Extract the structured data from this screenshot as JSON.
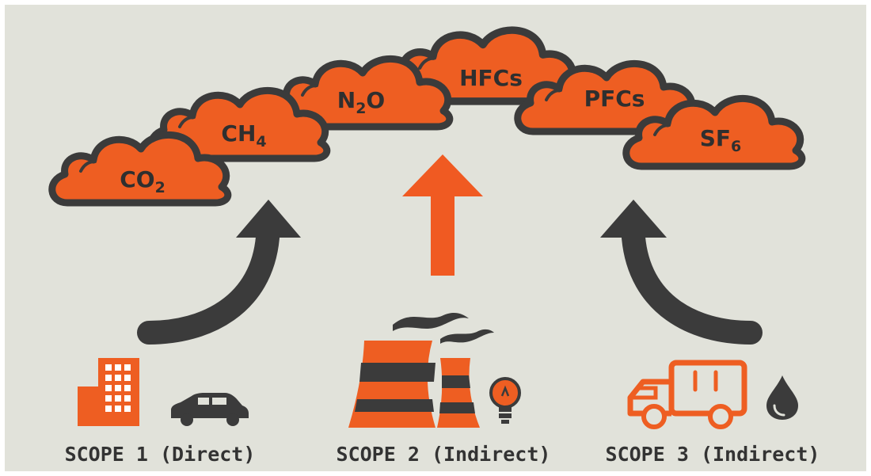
{
  "colors": {
    "background": "#e1e2da",
    "cloud_fill": "#ee5e22",
    "outline": "#3b3b3b",
    "arrow_dark": "#3b3b3b",
    "arrow_orange": "#f05a22"
  },
  "gases": [
    {
      "base": "CO",
      "sub": "2"
    },
    {
      "base": "CH",
      "sub": "4"
    },
    {
      "base": "N",
      "sub": "2",
      "suffix": "O"
    },
    {
      "base": "HFCs"
    },
    {
      "base": "PFCs"
    },
    {
      "base": "SF",
      "sub": "6"
    }
  ],
  "scopes": [
    {
      "label": "SCOPE 1 (Direct)",
      "icons": [
        "office-building-icon",
        "car-icon"
      ]
    },
    {
      "label": "SCOPE 2 (Indirect)",
      "icons": [
        "power-plant-icon",
        "light-bulb-icon"
      ]
    },
    {
      "label": "SCOPE 3 (Indirect)",
      "icons": [
        "delivery-truck-icon",
        "oil-drop-icon"
      ]
    }
  ]
}
